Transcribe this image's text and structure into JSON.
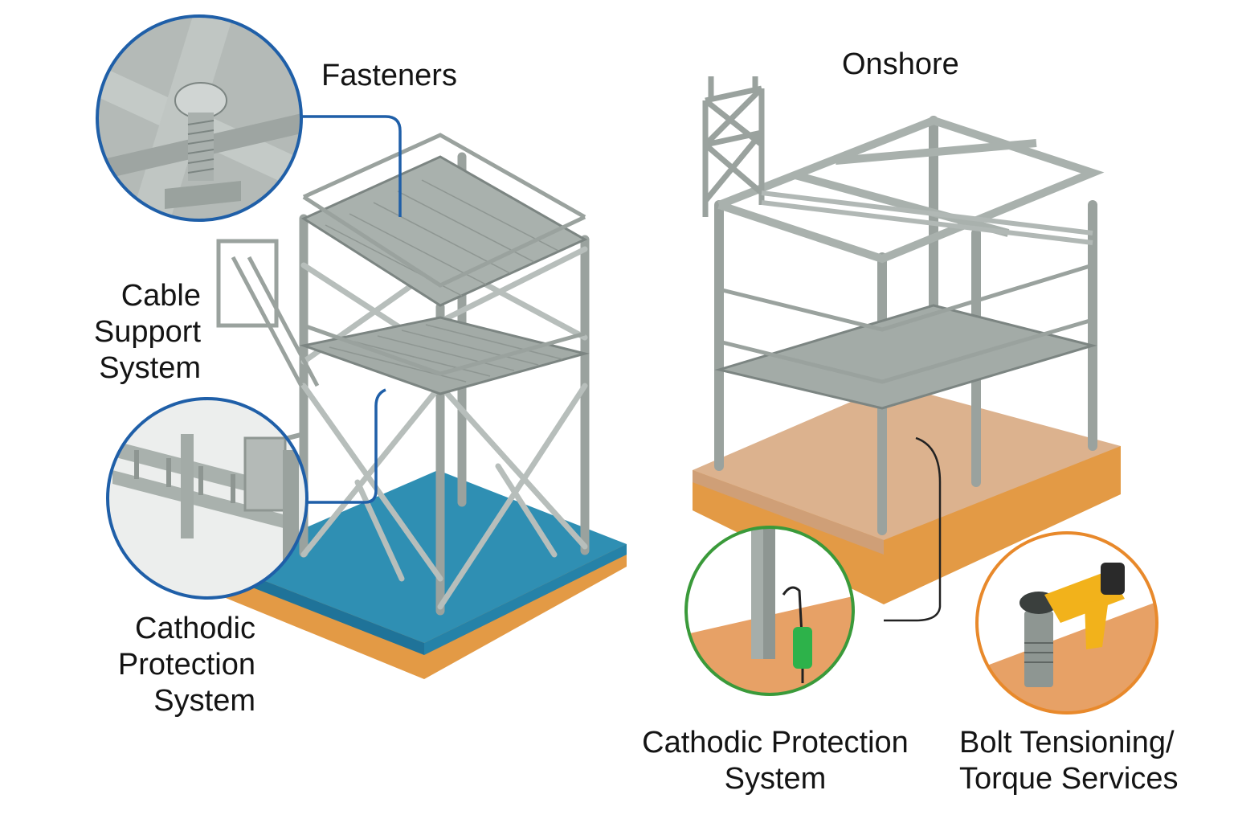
{
  "labels": {
    "fasteners": "Fasteners",
    "onshore": "Onshore",
    "cable_support": [
      "Cable",
      "Support",
      "System"
    ],
    "cathodic_offshore": [
      "Cathodic",
      "Protection",
      "System"
    ],
    "cathodic_onshore": [
      "Cathodic Protection",
      "System"
    ],
    "bolt_tensioning": [
      "Bolt Tensioning/",
      "Torque Services"
    ]
  },
  "colors": {
    "steel": "#a9b1ad",
    "steel_dark": "#7c8582",
    "water": "#2f8fb3",
    "soil": "#e39a45",
    "sand_top": "#dcb28e",
    "callout_blue": "#1f5fa8",
    "callout_green": "#3a9a3a",
    "callout_orange": "#e8892b",
    "tool_yellow": "#f2b21b",
    "anode_green": "#2db24a"
  }
}
